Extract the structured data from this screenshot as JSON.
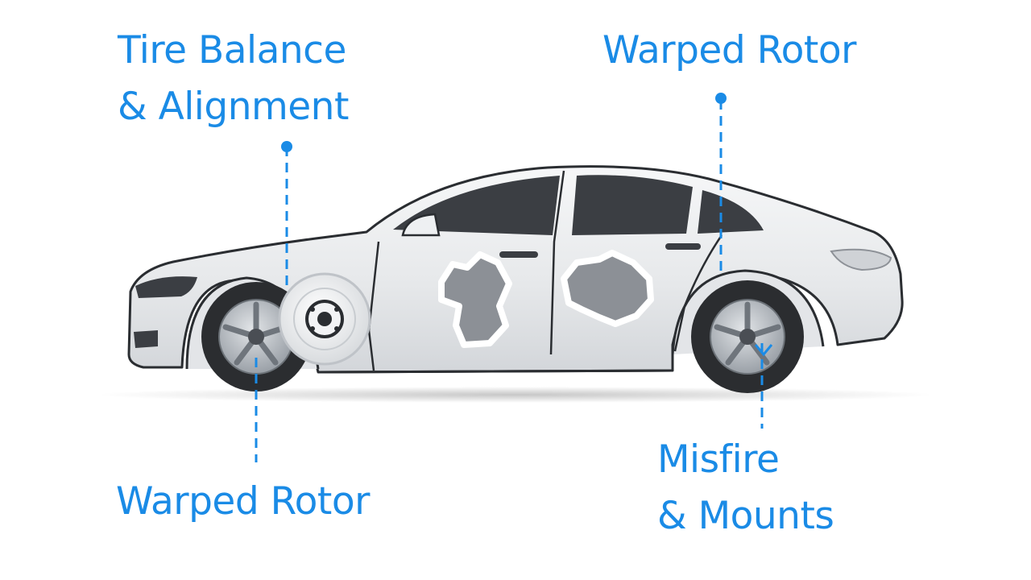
{
  "colors": {
    "accent": "#1a8be6",
    "body": "#e9ebed",
    "outline": "#2a2d31",
    "glass": "#3b3e43",
    "tire": "#2b2d30",
    "rim": "#b9bec4",
    "damage": "#8c9096"
  },
  "callouts": {
    "tire_balance": {
      "line1": "Tire Balance",
      "line2": "& Alignment"
    },
    "warped_rotor_top": {
      "label": "Warped Rotor"
    },
    "warped_rotor_bottom": {
      "label": "Warped Rotor"
    },
    "misfire": {
      "line1": "Misfire",
      "line2": "& Mounts"
    }
  },
  "icons": {
    "car": "sedan-side-view-icon",
    "rotor": "brake-rotor-icon",
    "damage": "body-damage-patch-icon"
  }
}
